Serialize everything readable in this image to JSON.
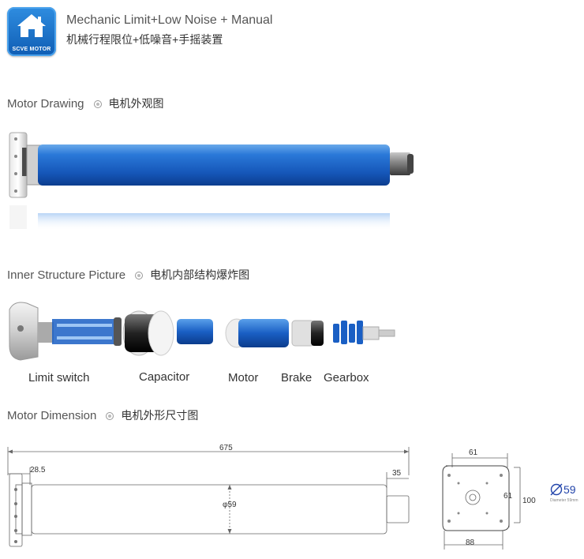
{
  "header": {
    "logo_text": "SCVE MOTOR",
    "title_en": "Mechanic Limit+Low Noise + Manual",
    "title_cn": "机械行程限位+低噪音+手摇装置"
  },
  "sections": {
    "drawing": {
      "en": "Motor Drawing",
      "cn": "电机外观图"
    },
    "structure": {
      "en": "Inner Structure Picture",
      "cn": "电机内部结构爆炸图"
    },
    "dimension": {
      "en": "Motor Dimension",
      "cn": "电机外形尺寸图"
    }
  },
  "structure_labels": {
    "limit_switch": "Limit switch",
    "capacitor": "Capacitor",
    "motor": "Motor",
    "brake": "Brake",
    "gearbox": "Gearbox"
  },
  "dimensions": {
    "total_length": "675",
    "head_length": "28.5",
    "shaft_length": "35",
    "tube_diameter": "φ59",
    "plate_top": "61",
    "plate_side": "61",
    "plate_height": "100",
    "plate_width": "88",
    "diameter_value": "59",
    "diameter_caption": "Diameter 59mm"
  },
  "colors": {
    "tube_blue": "#1c63c8",
    "logo_blue": "#1a70cc"
  }
}
